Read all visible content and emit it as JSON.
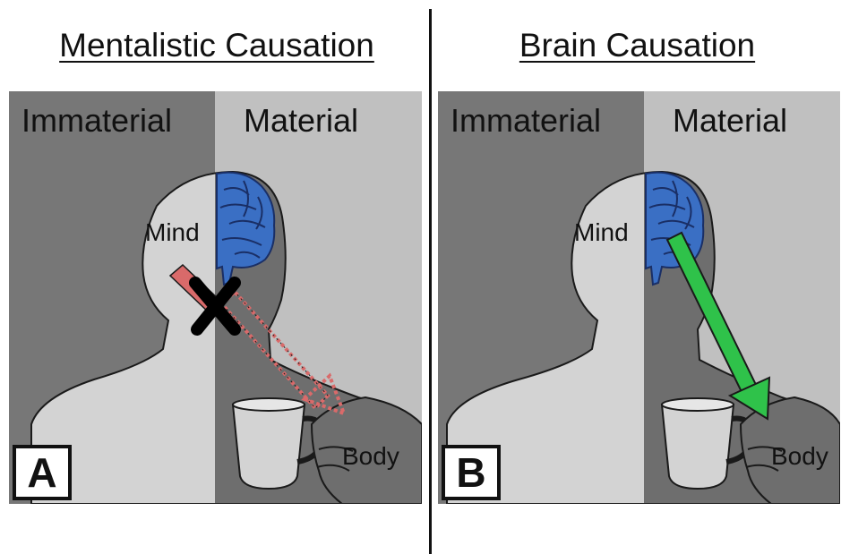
{
  "panels": [
    {
      "id": "A",
      "title": "Mentalistic Causation",
      "letter": "A",
      "left_label": "Immaterial",
      "right_label": "Material",
      "mind_label": "Mind",
      "body_label": "Body",
      "arrow_status": "blocked"
    },
    {
      "id": "B",
      "title": "Brain Causation",
      "letter": "B",
      "left_label": "Immaterial",
      "right_label": "Material",
      "mind_label": "Mind",
      "body_label": "Body",
      "arrow_status": "successful"
    }
  ],
  "colors": {
    "immaterial_bg": "#777777",
    "material_bg": "#c0c0c0",
    "figure_left": "#d3d3d3",
    "figure_right": "#6e6e6e",
    "brain": "#3a6fc4",
    "blocked_arrow": "#d96a6a",
    "blocked_mark": "#000000",
    "success_arrow": "#2fc24a"
  },
  "icons": {
    "cross": "x-mark-icon",
    "cup": "coffee-cup-icon",
    "brain": "brain-icon"
  }
}
